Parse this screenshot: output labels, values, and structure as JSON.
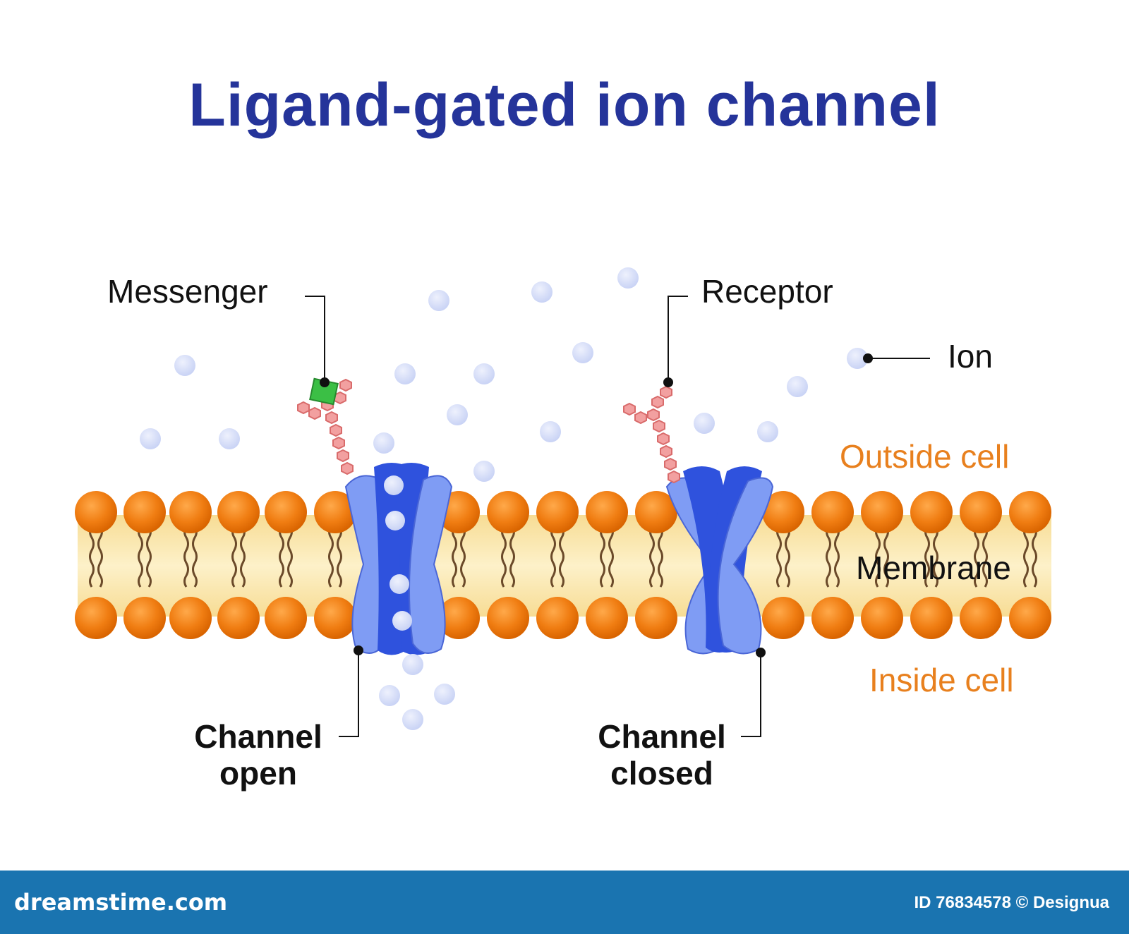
{
  "title": "Ligand-gated ion channel",
  "labels": {
    "messenger": "Messenger",
    "receptor": "Receptor",
    "ion": "Ion",
    "outside_cell": "Outside cell",
    "membrane": "Membrane",
    "inside_cell": "Inside cell",
    "channel_open": [
      "Channel",
      "open"
    ],
    "channel_closed": [
      "Channel",
      "closed"
    ]
  },
  "footer": {
    "logo": "dreamstime.com",
    "id_text": "ID 76834578 © Designua"
  },
  "colors": {
    "title": "#25349a",
    "lipid_head": "#f07d12",
    "membrane_core": "#fbeab2",
    "channel_dark": "#2f52dd",
    "channel_light": "#7f9cf4",
    "ion": "#d6ddf7",
    "receptor_chain": "#f2a0a0",
    "messenger": "#3bbf45",
    "side_label": "#e8801e",
    "footer_bg": "#1a74b0"
  }
}
